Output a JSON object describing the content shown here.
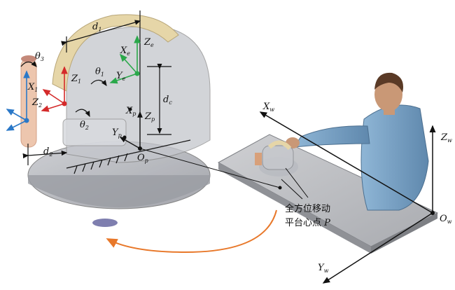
{
  "labels": {
    "d1": {
      "main": "d",
      "sub": "1"
    },
    "d2": {
      "main": "d",
      "sub": "2"
    },
    "dc": {
      "main": "d",
      "sub": "c"
    },
    "theta1": {
      "main": "θ",
      "sub": "1"
    },
    "theta2": {
      "main": "θ",
      "sub": "2"
    },
    "theta3": {
      "main": "θ",
      "sub": "3"
    },
    "X1": {
      "main": "X",
      "sub": "1"
    },
    "Z1": {
      "main": "Z",
      "sub": "1"
    },
    "Z2": {
      "main": "Z",
      "sub": "2"
    },
    "Xe": {
      "main": "X",
      "sub": "e"
    },
    "Ze": {
      "main": "Z",
      "sub": "e"
    },
    "Ye": {
      "main": "Y",
      "sub": "e"
    },
    "Xp": {
      "main": "X",
      "sub": "p"
    },
    "Yp": {
      "main": "Y",
      "sub": "p"
    },
    "Zp": {
      "main": "Z",
      "sub": "p"
    },
    "Op": {
      "main": "O",
      "sub": "p"
    },
    "Xw": {
      "main": "X",
      "sub": "w"
    },
    "Yw": {
      "main": "Y",
      "sub": "w"
    },
    "Zw": {
      "main": "Z",
      "sub": "w"
    },
    "Ow": {
      "main": "O",
      "sub": "w"
    }
  },
  "annotation": {
    "line1": "全方位移动",
    "line2_prefix": "平台心点 ",
    "line2_var": "P"
  },
  "colors": {
    "axis_red": "#d42a2a",
    "axis_green": "#2aa84a",
    "axis_blue": "#2a78c8",
    "arrow_orange": "#e8782a",
    "ring": "#e6d6a8"
  }
}
